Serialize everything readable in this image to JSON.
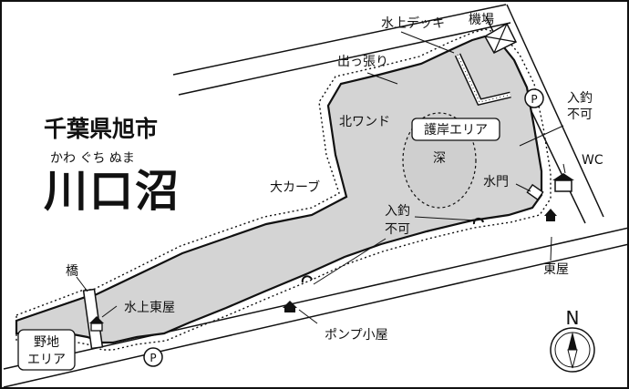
{
  "title": {
    "prefecture_city": "千葉県旭市",
    "reading": "かわ ぐち ぬま",
    "name": "川口沼"
  },
  "labels": {
    "suijou_deck": "水上デッキ",
    "kijou": "機場",
    "debari": "出っ張り",
    "kita_wando": "北ワンド",
    "gogan_area": "護岸エリア",
    "fukai": "深",
    "ookaabu": "大カーブ",
    "suimon": "水門",
    "wc": "WC",
    "azumaya": "東屋",
    "nyuchou_fuka_1_line1": "入釣",
    "nyuchou_fuka_1_line2": "不可",
    "nyuchou_fuka_2_line1": "入釣",
    "nyuchou_fuka_2_line2": "不可",
    "hashi": "橋",
    "suijou_azumaya": "水上東屋",
    "pump_goya": "ポンプ小屋",
    "yachi_area_line1": "野地",
    "yachi_area_line2": "エリア",
    "parking": "P",
    "north": "N"
  },
  "icons": [
    "parking-icon",
    "toilet-icon",
    "shelter-icon",
    "compass-icon",
    "pump-house-icon"
  ],
  "colors": {
    "water": "#d4d4d4",
    "land": "#ffffff",
    "ink": "#111111",
    "deep_zone": "#cfcfcf"
  }
}
